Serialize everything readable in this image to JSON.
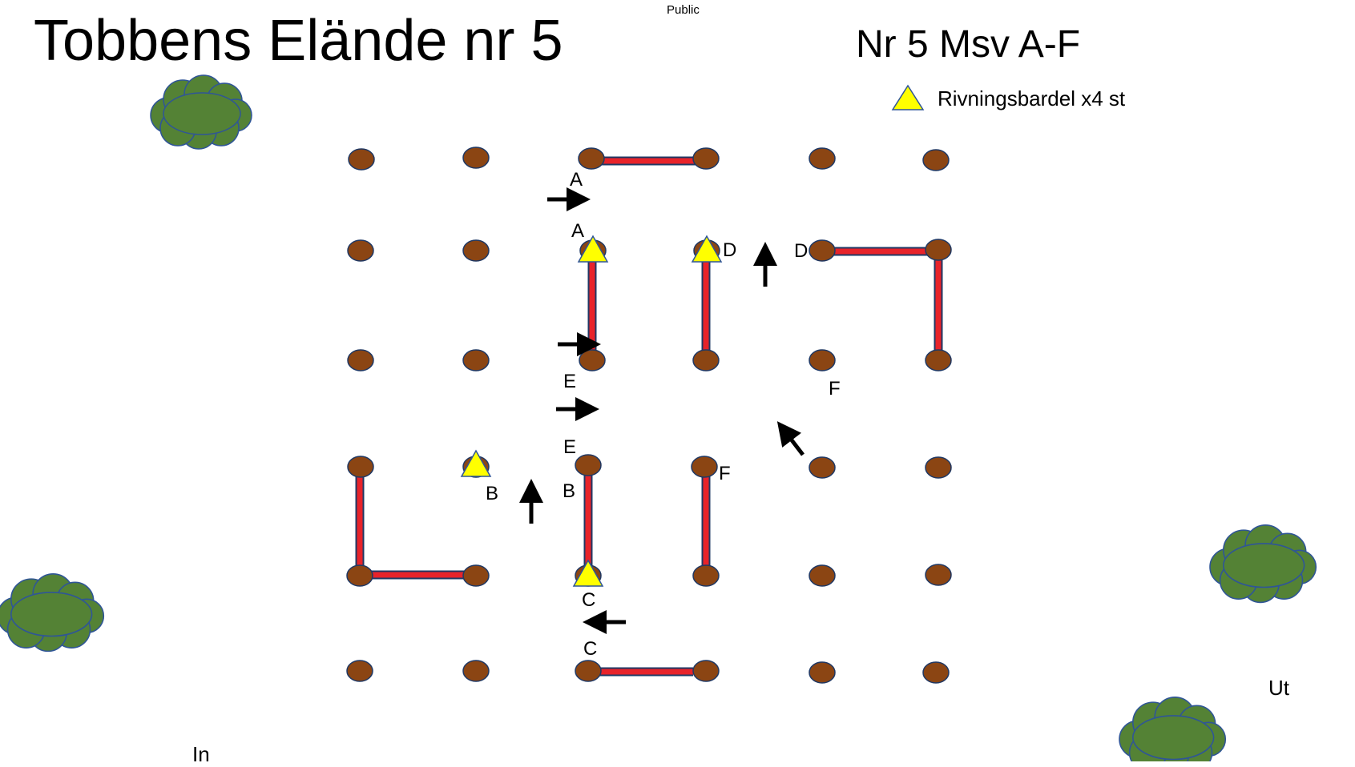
{
  "header": {
    "title": "Tobbens Elände nr 5",
    "classification": "Public",
    "subtitle": "Nr 5 Msv A-F"
  },
  "legend": {
    "symbol": "yellow-triangle",
    "text": "Rivningsbardel x4 st"
  },
  "markers": {
    "in": "In",
    "ut": "Ut"
  },
  "obstacle_labels": [
    {
      "id": "A1",
      "text": "A"
    },
    {
      "id": "A2",
      "text": "A"
    },
    {
      "id": "D1",
      "text": "D"
    },
    {
      "id": "D2",
      "text": "D"
    },
    {
      "id": "E1",
      "text": "E"
    },
    {
      "id": "E2",
      "text": "E"
    },
    {
      "id": "F1",
      "text": "F"
    },
    {
      "id": "F2",
      "text": "F"
    },
    {
      "id": "B1",
      "text": "B"
    },
    {
      "id": "B2",
      "text": "B"
    },
    {
      "id": "C1",
      "text": "C"
    },
    {
      "id": "C2",
      "text": "C"
    }
  ],
  "colors": {
    "post": "#8B4513",
    "pole": "#E8232A",
    "triangle": "#FFFF00",
    "bush": "#548235",
    "arrow": "#000000"
  }
}
